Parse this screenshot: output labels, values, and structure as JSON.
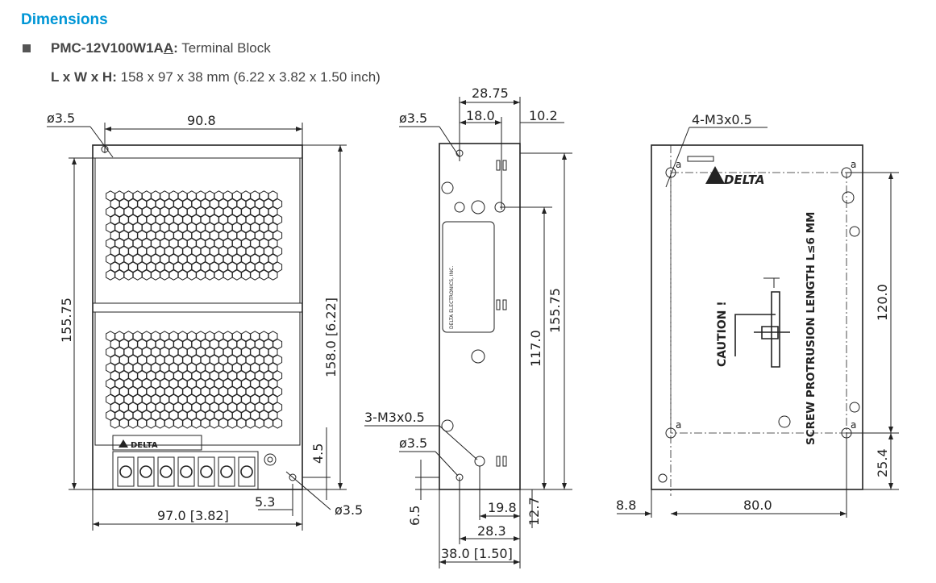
{
  "section_title": "Dimensions",
  "model": {
    "code_prefix": "PMC-12V100W1A",
    "code_underlined": "A",
    "colon": ":",
    "description": "Terminal Block"
  },
  "size": {
    "label": "L x W x H:",
    "value": "158 x 97 x 38 mm (6.22 x 3.82 x 1.50 inch)"
  },
  "front_view": {
    "hole_top": "ø3.5",
    "width_top": "90.8",
    "height_left": "155.75",
    "height_right": "158.0 [6.22]",
    "width_bottom": "97.0 [3.82]",
    "offset_small": "5.3",
    "hole_bottom": "ø3.5",
    "offset_vert": "4.5",
    "logo": "DELTA"
  },
  "side_view": {
    "total_top": "28.75",
    "left_top": "18.0",
    "right_top": "10.2",
    "hole_top": "ø3.5",
    "height_inner": "117.0",
    "height_outer": "155.75",
    "screws": "3-M3x0.5",
    "hole_bottom": "ø3.5",
    "offset_bottom": "6.5",
    "w_inner": "19.8",
    "w_mid": "28.3",
    "w_total": "38.0 [1.50]",
    "label_text": "DELTA  ELECTRONICS,  INC."
  },
  "bottom_view": {
    "screws": "4-M3x0.5",
    "height": "120.0",
    "offset_bottom": "25.4",
    "offset_left": "8.8",
    "width": "80.0",
    "logo": "DELTA",
    "caution": "CAUTION !",
    "screw_note": "SCREW PROTRUSION LENGTH  L≤6 MM",
    "hole_mark": "a"
  }
}
